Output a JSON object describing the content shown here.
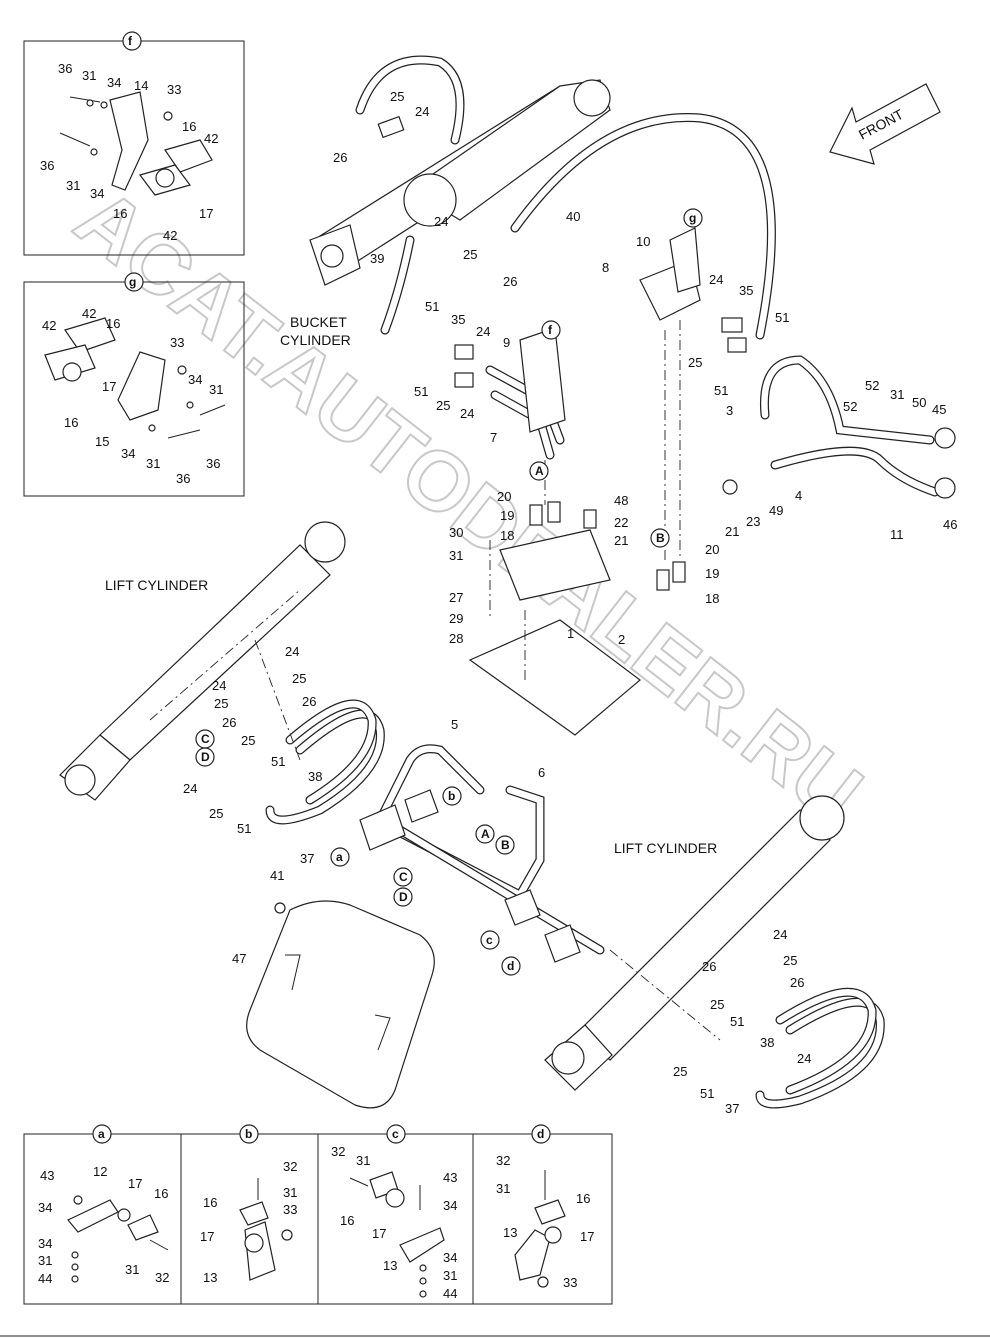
{
  "captions": {
    "bucket_cylinder_line1": "BUCKET",
    "bucket_cylinder_line2": "CYLINDER",
    "lift_cylinder_left": "LIFT CYLINDER",
    "lift_cylinder_right": "LIFT CYLINDER",
    "front_arrow": "FRONT"
  },
  "watermark": "ACAT.AUTODEALER.RU",
  "detail_views": {
    "f": {
      "letter": "f",
      "labels": [
        "36",
        "31",
        "34",
        "14",
        "33",
        "16",
        "42",
        "36",
        "31",
        "34",
        "16",
        "17",
        "42"
      ]
    },
    "g": {
      "letter": "g",
      "labels": [
        "42",
        "42",
        "16",
        "33",
        "17",
        "34",
        "31",
        "16",
        "15",
        "34",
        "31",
        "36",
        "36"
      ]
    },
    "a": {
      "letter": "a",
      "labels": [
        "43",
        "12",
        "34",
        "17",
        "16",
        "34",
        "31",
        "44",
        "31",
        "32"
      ]
    },
    "b": {
      "letter": "b",
      "labels": [
        "32",
        "16",
        "31",
        "33",
        "17",
        "13"
      ]
    },
    "c": {
      "letter": "c",
      "labels": [
        "32",
        "31",
        "43",
        "16",
        "34",
        "17",
        "13",
        "34",
        "31",
        "44"
      ]
    },
    "d": {
      "letter": "d",
      "labels": [
        "32",
        "31",
        "16",
        "13",
        "17",
        "33"
      ]
    }
  },
  "callout_markers": {
    "f": "f",
    "g": "g",
    "a": "a",
    "b": "b",
    "c": "c",
    "d": "d",
    "A": "A",
    "B": "B",
    "C": "C",
    "D": "D"
  },
  "main_labels": [
    "25",
    "24",
    "26",
    "24",
    "25",
    "26",
    "40",
    "39",
    "10",
    "8",
    "24",
    "35",
    "51",
    "25",
    "51",
    "51",
    "35",
    "24",
    "9",
    "51",
    "25",
    "24",
    "7",
    "3",
    "52",
    "31",
    "50",
    "45",
    "52",
    "4",
    "49",
    "21",
    "23",
    "46",
    "11",
    "20",
    "19",
    "18",
    "48",
    "22",
    "21",
    "30",
    "31",
    "20",
    "19",
    "18",
    "27",
    "29",
    "28",
    "1",
    "2",
    "24",
    "25",
    "24",
    "25",
    "26",
    "26",
    "25",
    "51",
    "38",
    "24",
    "25",
    "51",
    "37",
    "5",
    "6",
    "41",
    "47",
    "24",
    "25",
    "26",
    "26",
    "25",
    "51",
    "38",
    "24",
    "25",
    "51",
    "37"
  ]
}
